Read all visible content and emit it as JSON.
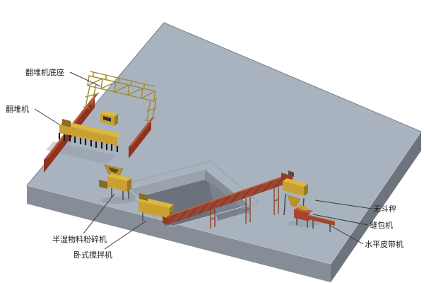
{
  "scene": {
    "background": "#ffffff",
    "labels": {
      "turner_base": "翻堆机底座",
      "turner": "翻堆机",
      "crusher": "半湿物料粉碎机",
      "mixer": "卧式搅拌机",
      "scale": "无斗秤",
      "bagger": "缝包机",
      "belt": "水平皮带机"
    },
    "colors": {
      "platform_top": "#a9b3bf",
      "platform_front": "#868d96",
      "platform_side": "#6e747d",
      "pit_floor": "#6b727b",
      "pit_wall_light": "#99a2ad",
      "pit_wall_mid": "#848c96",
      "pit_ramp": "#79818c",
      "machine_yellow": "#c9a132",
      "machine_yellow_light": "#ddb83f",
      "machine_yellow_dark": "#9a7a22",
      "machine_yellow_deep": "#8a6d1d",
      "rail_red": "#8e3322",
      "rail_red_top": "#b5553a",
      "conveyor_red": "#9c4530",
      "conveyor_red_dark": "#6f3220",
      "bagger_red": "#a8442e",
      "bagger_red_top": "#c25a3a"
    }
  }
}
